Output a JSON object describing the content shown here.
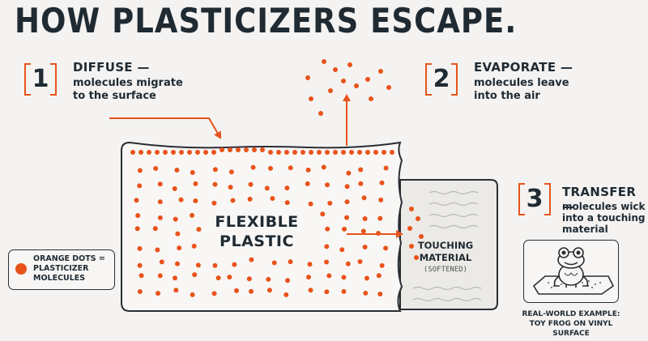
{
  "title": "HOW PLASTICIZERS ESCAPE.",
  "steps": [
    {
      "number": "1",
      "heading": "DIFFUSE —",
      "line1": "molecules migrate",
      "line2": "to the surface"
    },
    {
      "number": "2",
      "heading": "EVAPORATE —",
      "line1": "molecules leave",
      "line2": "into the air"
    },
    {
      "number": "3",
      "heading": "TRANSFER —",
      "line1": "molecules wick",
      "line2": "into a touching",
      "line3": "material"
    }
  ],
  "plastic": {
    "line1": "FLEXIBLE",
    "line2": "PLASTIC"
  },
  "touching": {
    "line1": "TOUCHING",
    "line2": "MATERIAL",
    "sub": "(SOFTENED)"
  },
  "legend": {
    "line1": "ORANGE DOTS =",
    "line2": "PLASTICIZER",
    "line3": "MOLECULES"
  },
  "example": {
    "line1": "REAL-WORLD EXAMPLE:",
    "line2": "TOY FROG ON VINYL SURFACE",
    "icon": "frog-icon"
  },
  "colors": {
    "accent": "#e8531b",
    "ink": "#1f2a32",
    "background": "#f4f3f1"
  }
}
